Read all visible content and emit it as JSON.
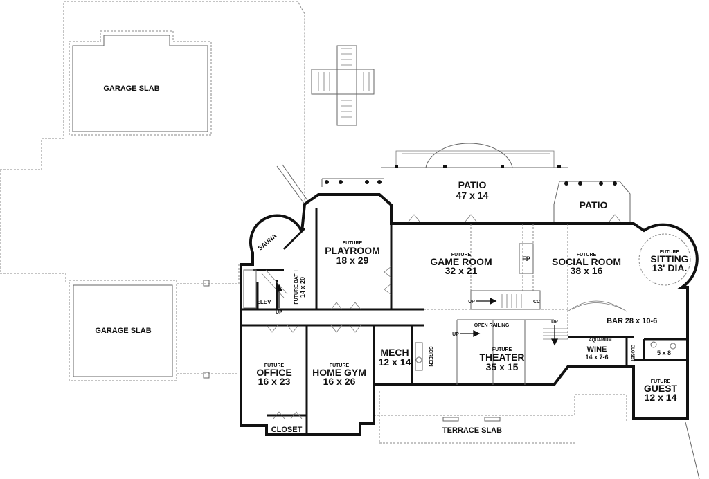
{
  "plan": {
    "rooms": {
      "garage_slab_top": "GARAGE SLAB",
      "garage_slab_bottom": "GARAGE SLAB",
      "patio_main": {
        "name": "PATIO",
        "size": "47 x 14"
      },
      "patio_side": "PATIO",
      "sauna": "SAUNA",
      "future_bath": {
        "name": "FUTURE BATH",
        "size": "14 x 20"
      },
      "elev": "ELEV",
      "playroom": {
        "prefix": "FUTURE",
        "name": "PLAYROOM",
        "size": "18 x 29"
      },
      "game_room": {
        "prefix": "FUTURE",
        "name": "GAME ROOM",
        "size": "32 x 21"
      },
      "fireplace": "FP",
      "coat_closet": "CC",
      "social_room": {
        "prefix": "FUTURE",
        "name": "SOCIAL ROOM",
        "size": "38 x 16"
      },
      "sitting": {
        "prefix": "FUTURE",
        "name": "SITTING",
        "size": "13' DIA."
      },
      "bar": {
        "name": "BAR",
        "size": "28 x 10-6"
      },
      "open_railing": "OPEN RAILING",
      "theater": {
        "prefix": "FUTURE",
        "name": "THEATER",
        "size": "35 x 15"
      },
      "aquarium": "AQUARIUM",
      "wine": {
        "name": "WINE",
        "size": "14 x 7-6"
      },
      "closet_side": "CLOSET",
      "bath_small": "5 x 8",
      "guest": {
        "prefix": "FUTURE",
        "name": "GUEST",
        "size": "12 x 14"
      },
      "office": {
        "prefix": "FUTURE",
        "name": "OFFICE",
        "size": "16 x 23"
      },
      "home_gym": {
        "prefix": "FUTURE",
        "name": "HOME GYM",
        "size": "16 x 26"
      },
      "mech": {
        "name": "MECH",
        "size": "12 x 14"
      },
      "screen": "SCREEN",
      "closet_office": "CLOSET",
      "terrace_slab": "TERRACE SLAB"
    },
    "stair_labels": {
      "up_elev": "UP",
      "up_game": "UP",
      "up_theater": "UP",
      "up_bar": "UP"
    }
  }
}
